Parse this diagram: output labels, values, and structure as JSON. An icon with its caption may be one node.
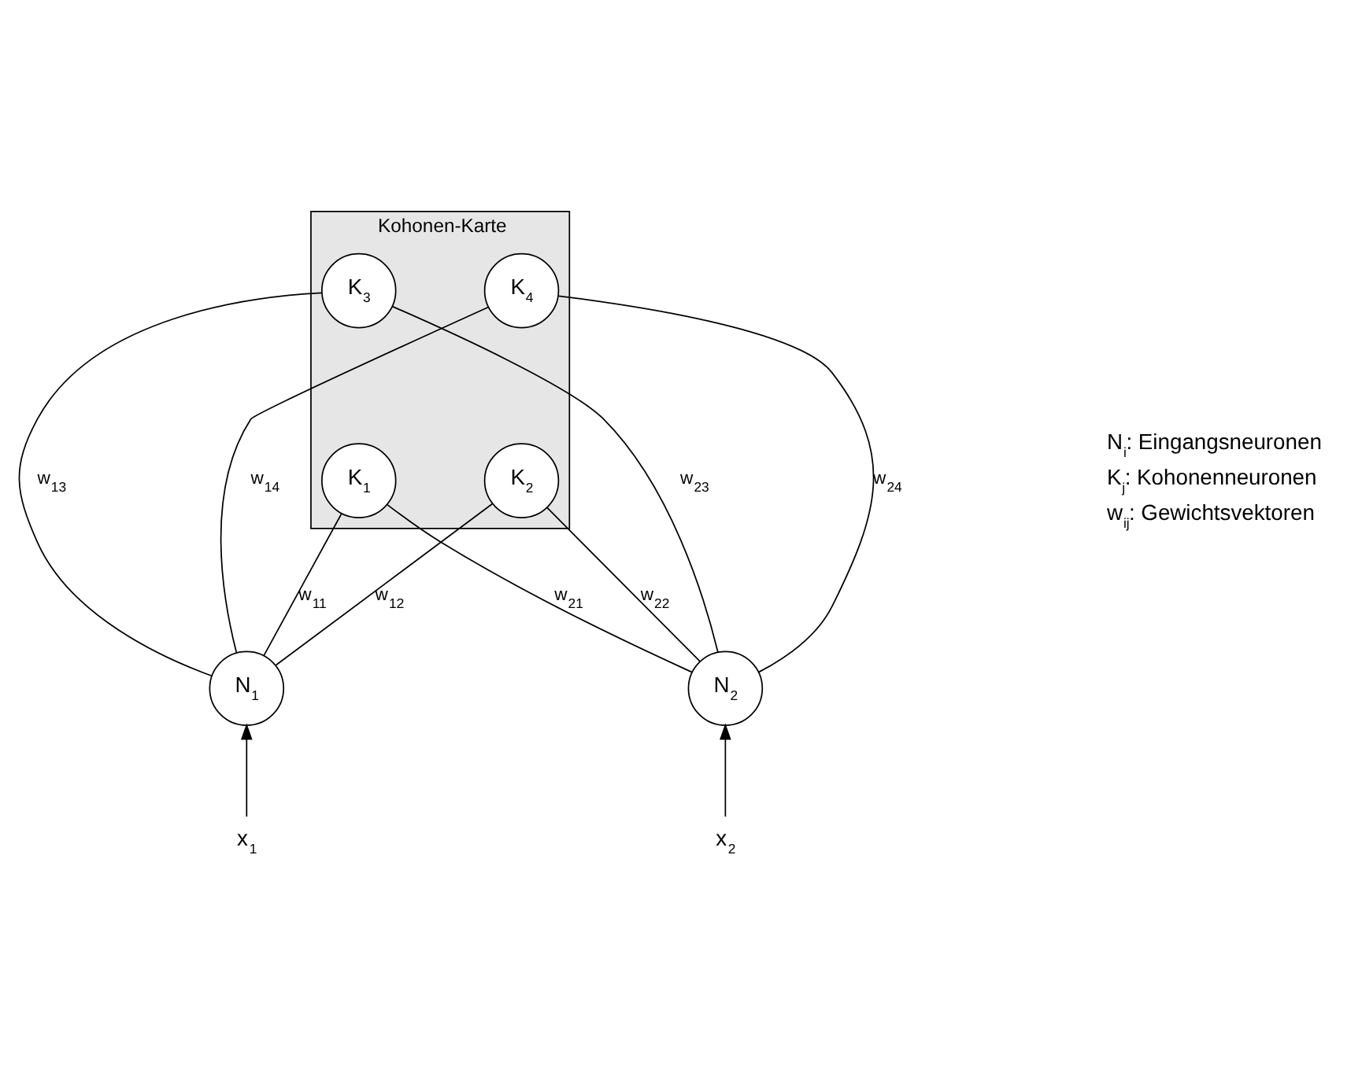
{
  "diagram": {
    "nodes": [
      {
        "text": [
          "Kohonen-Karte"
        ]
      },
      {
        "text": [
          "K$_{3}$"
        ],
        "in": 0
      },
      {
        "text": [
          "K$_{4}$"
        ],
        "in": 0
      },
      {
        "text": [
          "K$_{1}$"
        ],
        "in": 0
      },
      {
        "text": [
          "K$_{2}$"
        ],
        "in": 0
      },
      {
        "text": [
          "N$_{1}$"
        ]
      },
      {
        "text": [
          "N$_{2}$"
        ]
      },
      {
        "text": [
          "x$_{1}$"
        ]
      },
      {
        "text": [
          "x$_{2}$"
        ]
      }
    ],
    "edges": [
      {
        "from": 5,
        "to": 1,
        "arrow": "none",
        "label": "w$_{13}$"
      },
      {
        "from": 5,
        "to": 3,
        "arrow": "none",
        "label": "w$_{11}$"
      },
      {
        "from": 5,
        "to": 2,
        "arrow": "none",
        "label": "w$_{14}$"
      },
      {
        "from": 5,
        "to": 4,
        "arrow": "none",
        "label": "w$_{12}$"
      },
      {
        "from": 6,
        "to": 3,
        "arrow": "none",
        "label": "w$_{21}$"
      },
      {
        "from": 6,
        "to": 1,
        "arrow": "none",
        "label": "w$_{23}$"
      },
      {
        "from": 6,
        "to": 4,
        "arrow": "none",
        "label": "w$_{22}$"
      },
      {
        "from": 6,
        "to": 2,
        "arrow": "none",
        "label": "w$_{24}$"
      },
      {
        "from": 7,
        "to": 5,
        "arrow": "to"
      },
      {
        "from": 8,
        "to": 6,
        "arrow": "to"
      }
    ],
    "labels": [
      "N$_{i}$: Eingangsneuronen",
      "K$_{j}$: Kohonenneuronen",
      "w$_{ij}$: Gewichtsvektoren"
    ]
  }
}
